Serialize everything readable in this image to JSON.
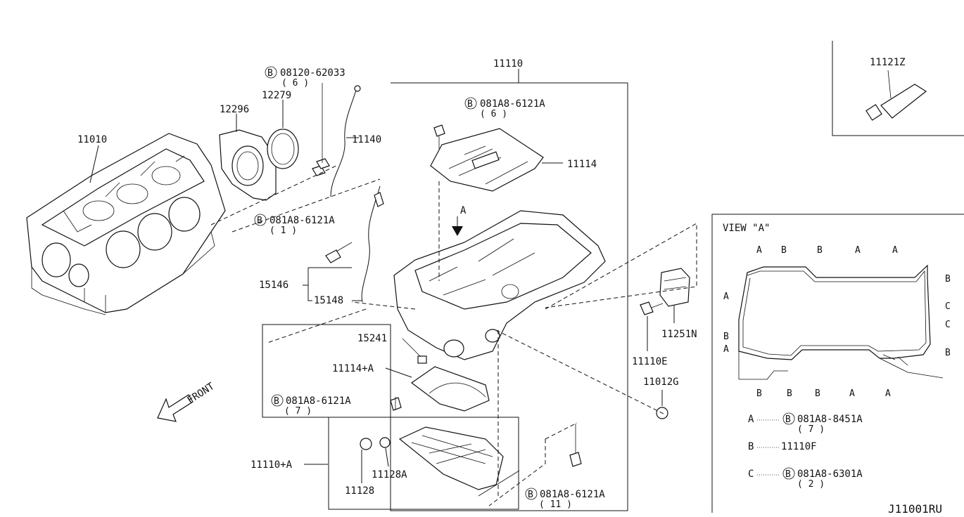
{
  "diagram": {
    "code": "J11001RU",
    "front_label": "FRONT",
    "view_title": "VIEW \"A\"",
    "arrow_label": "A",
    "bolt_symbol": "B",
    "parts": {
      "p11010": "11010",
      "p12296": "12296",
      "p12279": "12279",
      "bolt_08120": "08120-62033",
      "bolt_08120_qty": "( 6 )",
      "p11140": "11140",
      "bolt_081A8_1": "081A8-6121A",
      "bolt_081A8_1_qty": "( 1 )",
      "p15146": "15146",
      "p15148": "15148",
      "p11110": "11110",
      "bolt_081A8_6": "081A8-6121A",
      "bolt_081A8_6_qty": "( 6 )",
      "p11114": "11114",
      "p15241": "15241",
      "p11114A": "11114+A",
      "bolt_081A8_7": "081A8-6121A",
      "bolt_081A8_7_qty": "( 7 )",
      "p11110A": "11110+A",
      "p11128": "11128",
      "p11128A": "11128A",
      "bolt_081A8_11": "081A8-6121A",
      "bolt_081A8_11_qty": "( 11 )",
      "p11251N": "11251N",
      "p11110E": "11110E",
      "p11012G": "11012G",
      "p11121Z": "11121Z"
    },
    "view_legend": {
      "a_key": "A",
      "a_part": "081A8-8451A",
      "a_qty": "( 7 )",
      "b_key": "B",
      "b_part": "11110F",
      "c_key": "C",
      "c_part": "081A8-6301A",
      "c_qty": "( 2 )"
    },
    "view_marks": {
      "top": [
        "A",
        "B",
        "B",
        "A",
        "A"
      ],
      "right": [
        "B",
        "C",
        "C",
        "B"
      ],
      "left": [
        "A",
        "B",
        "A"
      ],
      "bottom": [
        "B",
        "B",
        "B",
        "A",
        "A"
      ]
    }
  }
}
